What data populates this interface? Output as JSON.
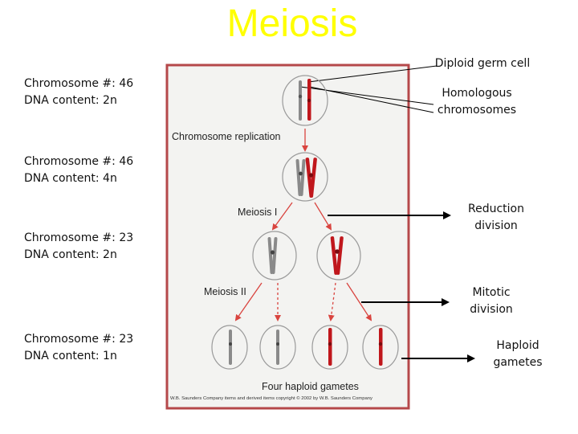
{
  "title": "Meiosis",
  "left_labels": [
    {
      "line1": "Chromosome #: 46",
      "line2": "DNA content: 2n"
    },
    {
      "line1": "Chromosome #: 46",
      "line2": "DNA content: 4n"
    },
    {
      "line1": "Chromosome #: 23",
      "line2": "DNA content: 2n"
    },
    {
      "line1": "Chromosome #: 23",
      "line2": "DNA content: 1n"
    }
  ],
  "right_labels": {
    "diploid": "Diploid germ cell",
    "homologous_1": "Homologous",
    "homologous_2": "chromosomes",
    "reduction_1": "Reduction",
    "reduction_2": "division",
    "mitotic_1": "Mitotic",
    "mitotic_2": "division",
    "haploid_1": "Haploid",
    "haploid_2": "gametes"
  },
  "figure": {
    "chromosome_replication": "Chromosome replication",
    "meiosis_1": "Meiosis I",
    "meiosis_2": "Meiosis II",
    "four_gametes": "Four haploid gametes",
    "copyright": "W.B. Saunders Company items and derived items copyright © 2002 by W.B. Saunders Company"
  },
  "colors": {
    "title": "#ffff00",
    "frame_border": "#b5484a",
    "frame_fill": "#f3f3f1",
    "chromosome_red": "#c0171c",
    "arrow_red": "#d9443f"
  }
}
